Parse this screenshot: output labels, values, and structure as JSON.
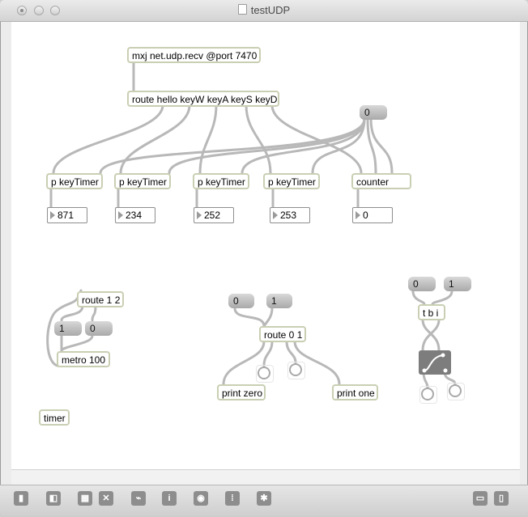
{
  "window": {
    "title": "testUDP"
  },
  "patch": {
    "udp_recv": "mxj net.udp.recv @port 7470",
    "route_keys": "route hello keyW keyA keyS keyD",
    "zero_msg_top": "0",
    "keytimer_1": "p keyTimer",
    "keytimer_2": "p keyTimer",
    "keytimer_3": "p keyTimer",
    "keytimer_4": "p keyTimer",
    "counter": "counter",
    "num_1": "871",
    "num_2": "234",
    "num_3": "252",
    "num_4": "253",
    "num_5": "0",
    "route_12": "route 1 2",
    "msg_one_left": "1",
    "msg_zero_left": "0",
    "metro": "metro 100",
    "timer": "timer",
    "msg_zero_mid": "0",
    "msg_one_mid": "1",
    "route_01": "route 0 1",
    "print_zero": "print zero",
    "print_one": "print one",
    "msg_zero_right": "0",
    "msg_one_right": "1",
    "tbi": "t b i"
  },
  "toolbar": {
    "lock": "lock-icon",
    "presentation": "presentation-icon",
    "new_object": "new-object-icon",
    "clear": "clear-icon",
    "inspector_chart": "chart-icon",
    "info": "i",
    "connect": "connect-icon",
    "grid": "grid-icon",
    "debug": "debug-icon",
    "sidebar_bottom": "panel-bottom-icon",
    "sidebar_right": "panel-right-icon"
  },
  "colors": {
    "canvas": "#ffffff",
    "object_border": "#c9cfb3",
    "cable": "#b8b8b8"
  }
}
